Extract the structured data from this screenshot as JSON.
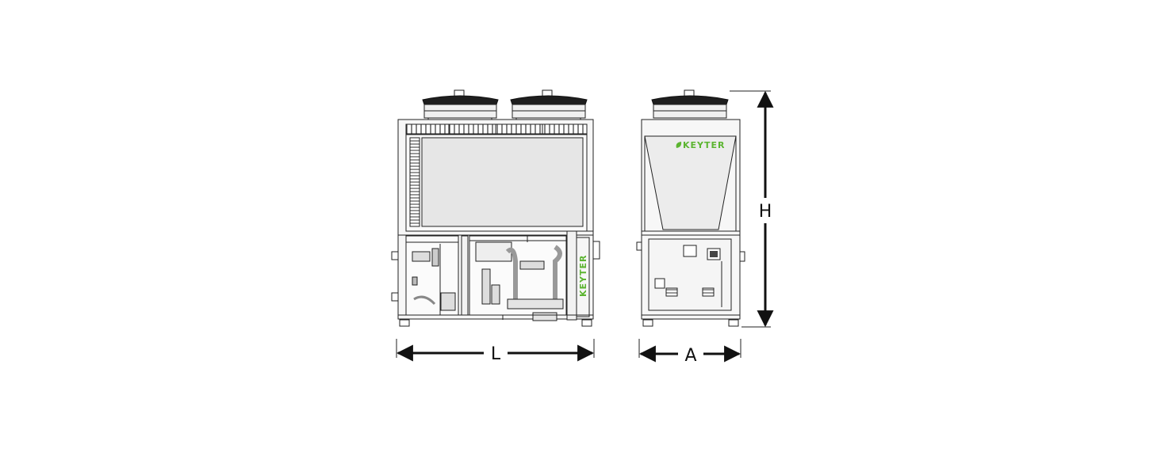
{
  "brand": {
    "name": "KEYTER",
    "color": "#5cb531"
  },
  "dimensions": {
    "length_label": "L",
    "width_label": "A",
    "height_label": "H"
  },
  "colors": {
    "line": "#222222",
    "panel_fill": "#e6e6e6",
    "frame_fill": "#f7f7f7"
  },
  "icons": {
    "fan": "fan-icon",
    "arrow": "dimension-arrow-icon"
  }
}
